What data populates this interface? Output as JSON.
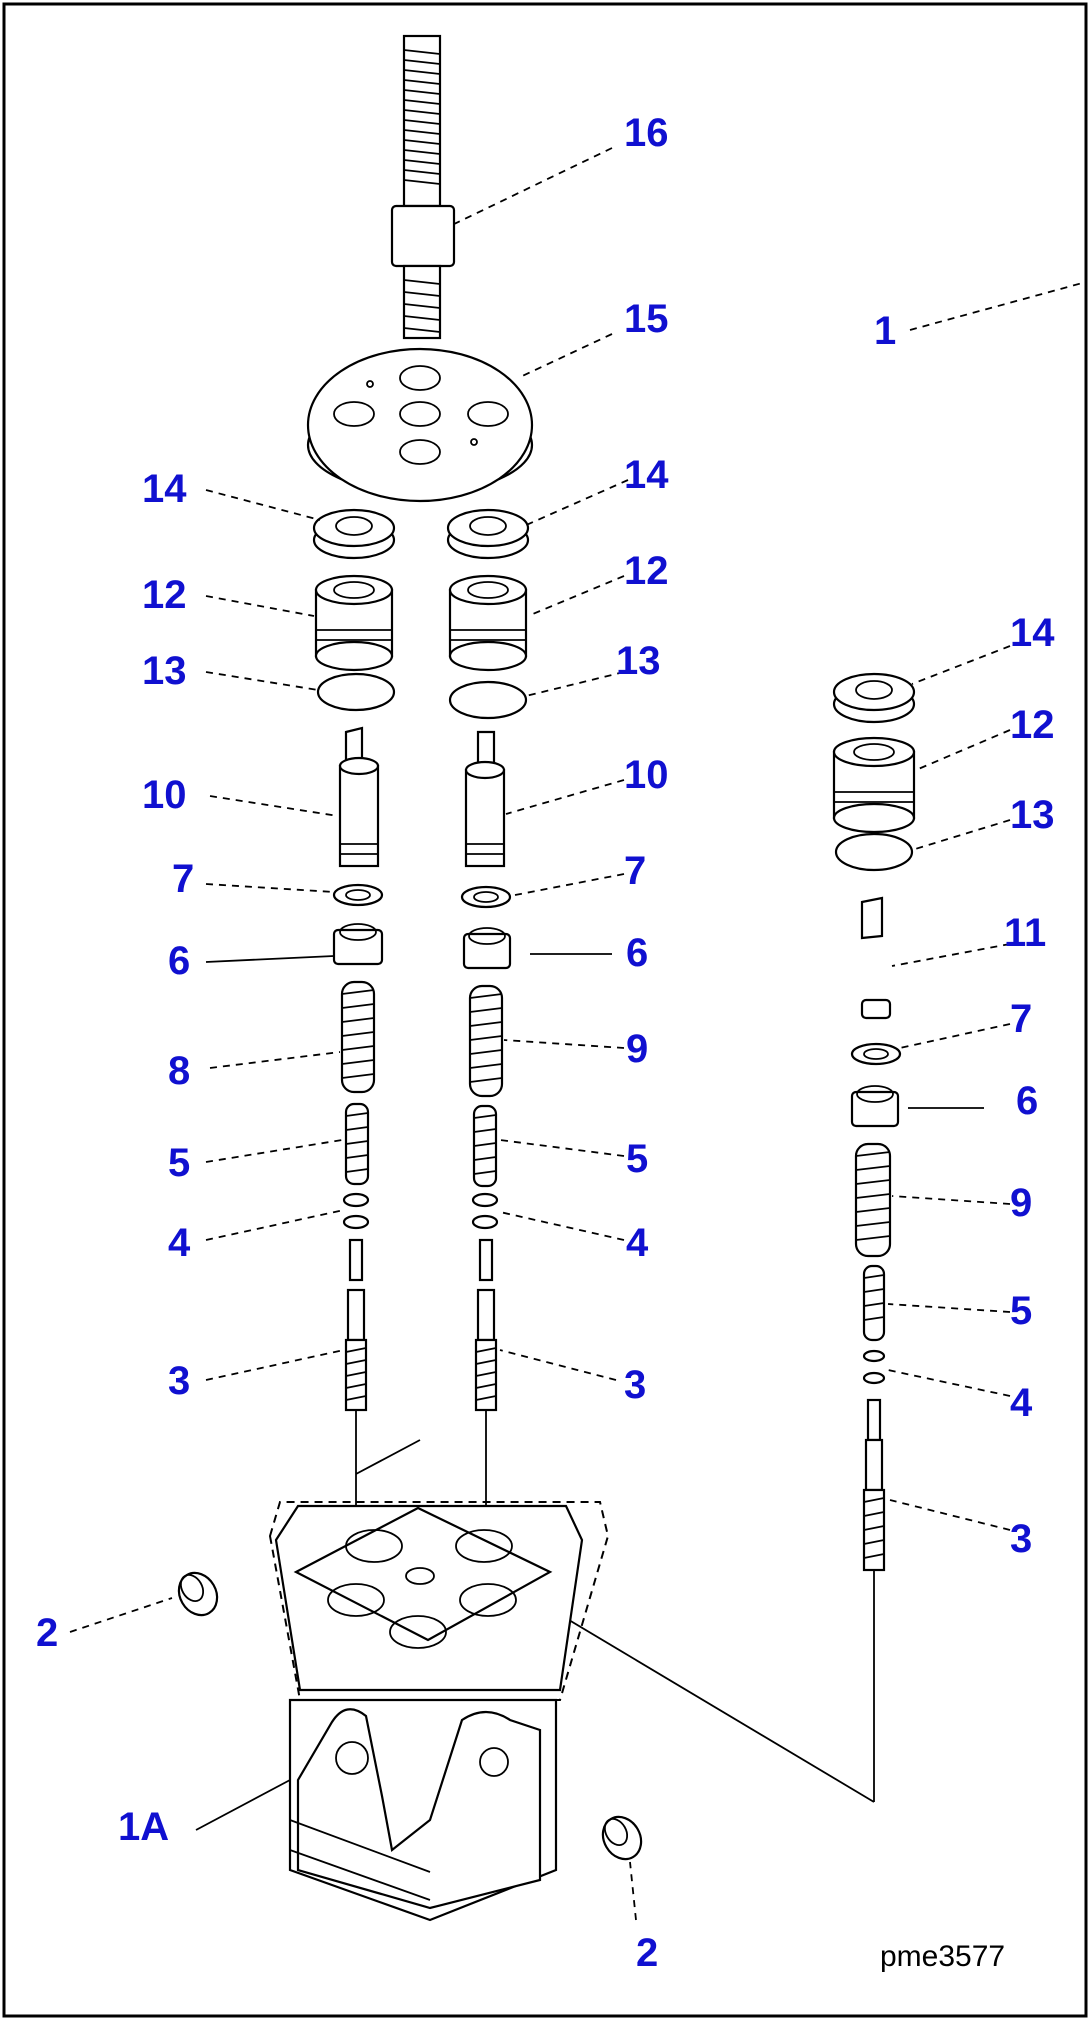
{
  "drawing_code": "pme3577",
  "callouts": [
    "16",
    "15",
    "1",
    "14",
    "14",
    "12",
    "12",
    "13",
    "13",
    "14",
    "12",
    "13",
    "10",
    "10",
    "7",
    "7",
    "11",
    "6",
    "6",
    "7",
    "8",
    "9",
    "6",
    "5",
    "5",
    "9",
    "4",
    "4",
    "5",
    "3",
    "3",
    "4",
    "3",
    "2",
    "1A",
    "2"
  ]
}
